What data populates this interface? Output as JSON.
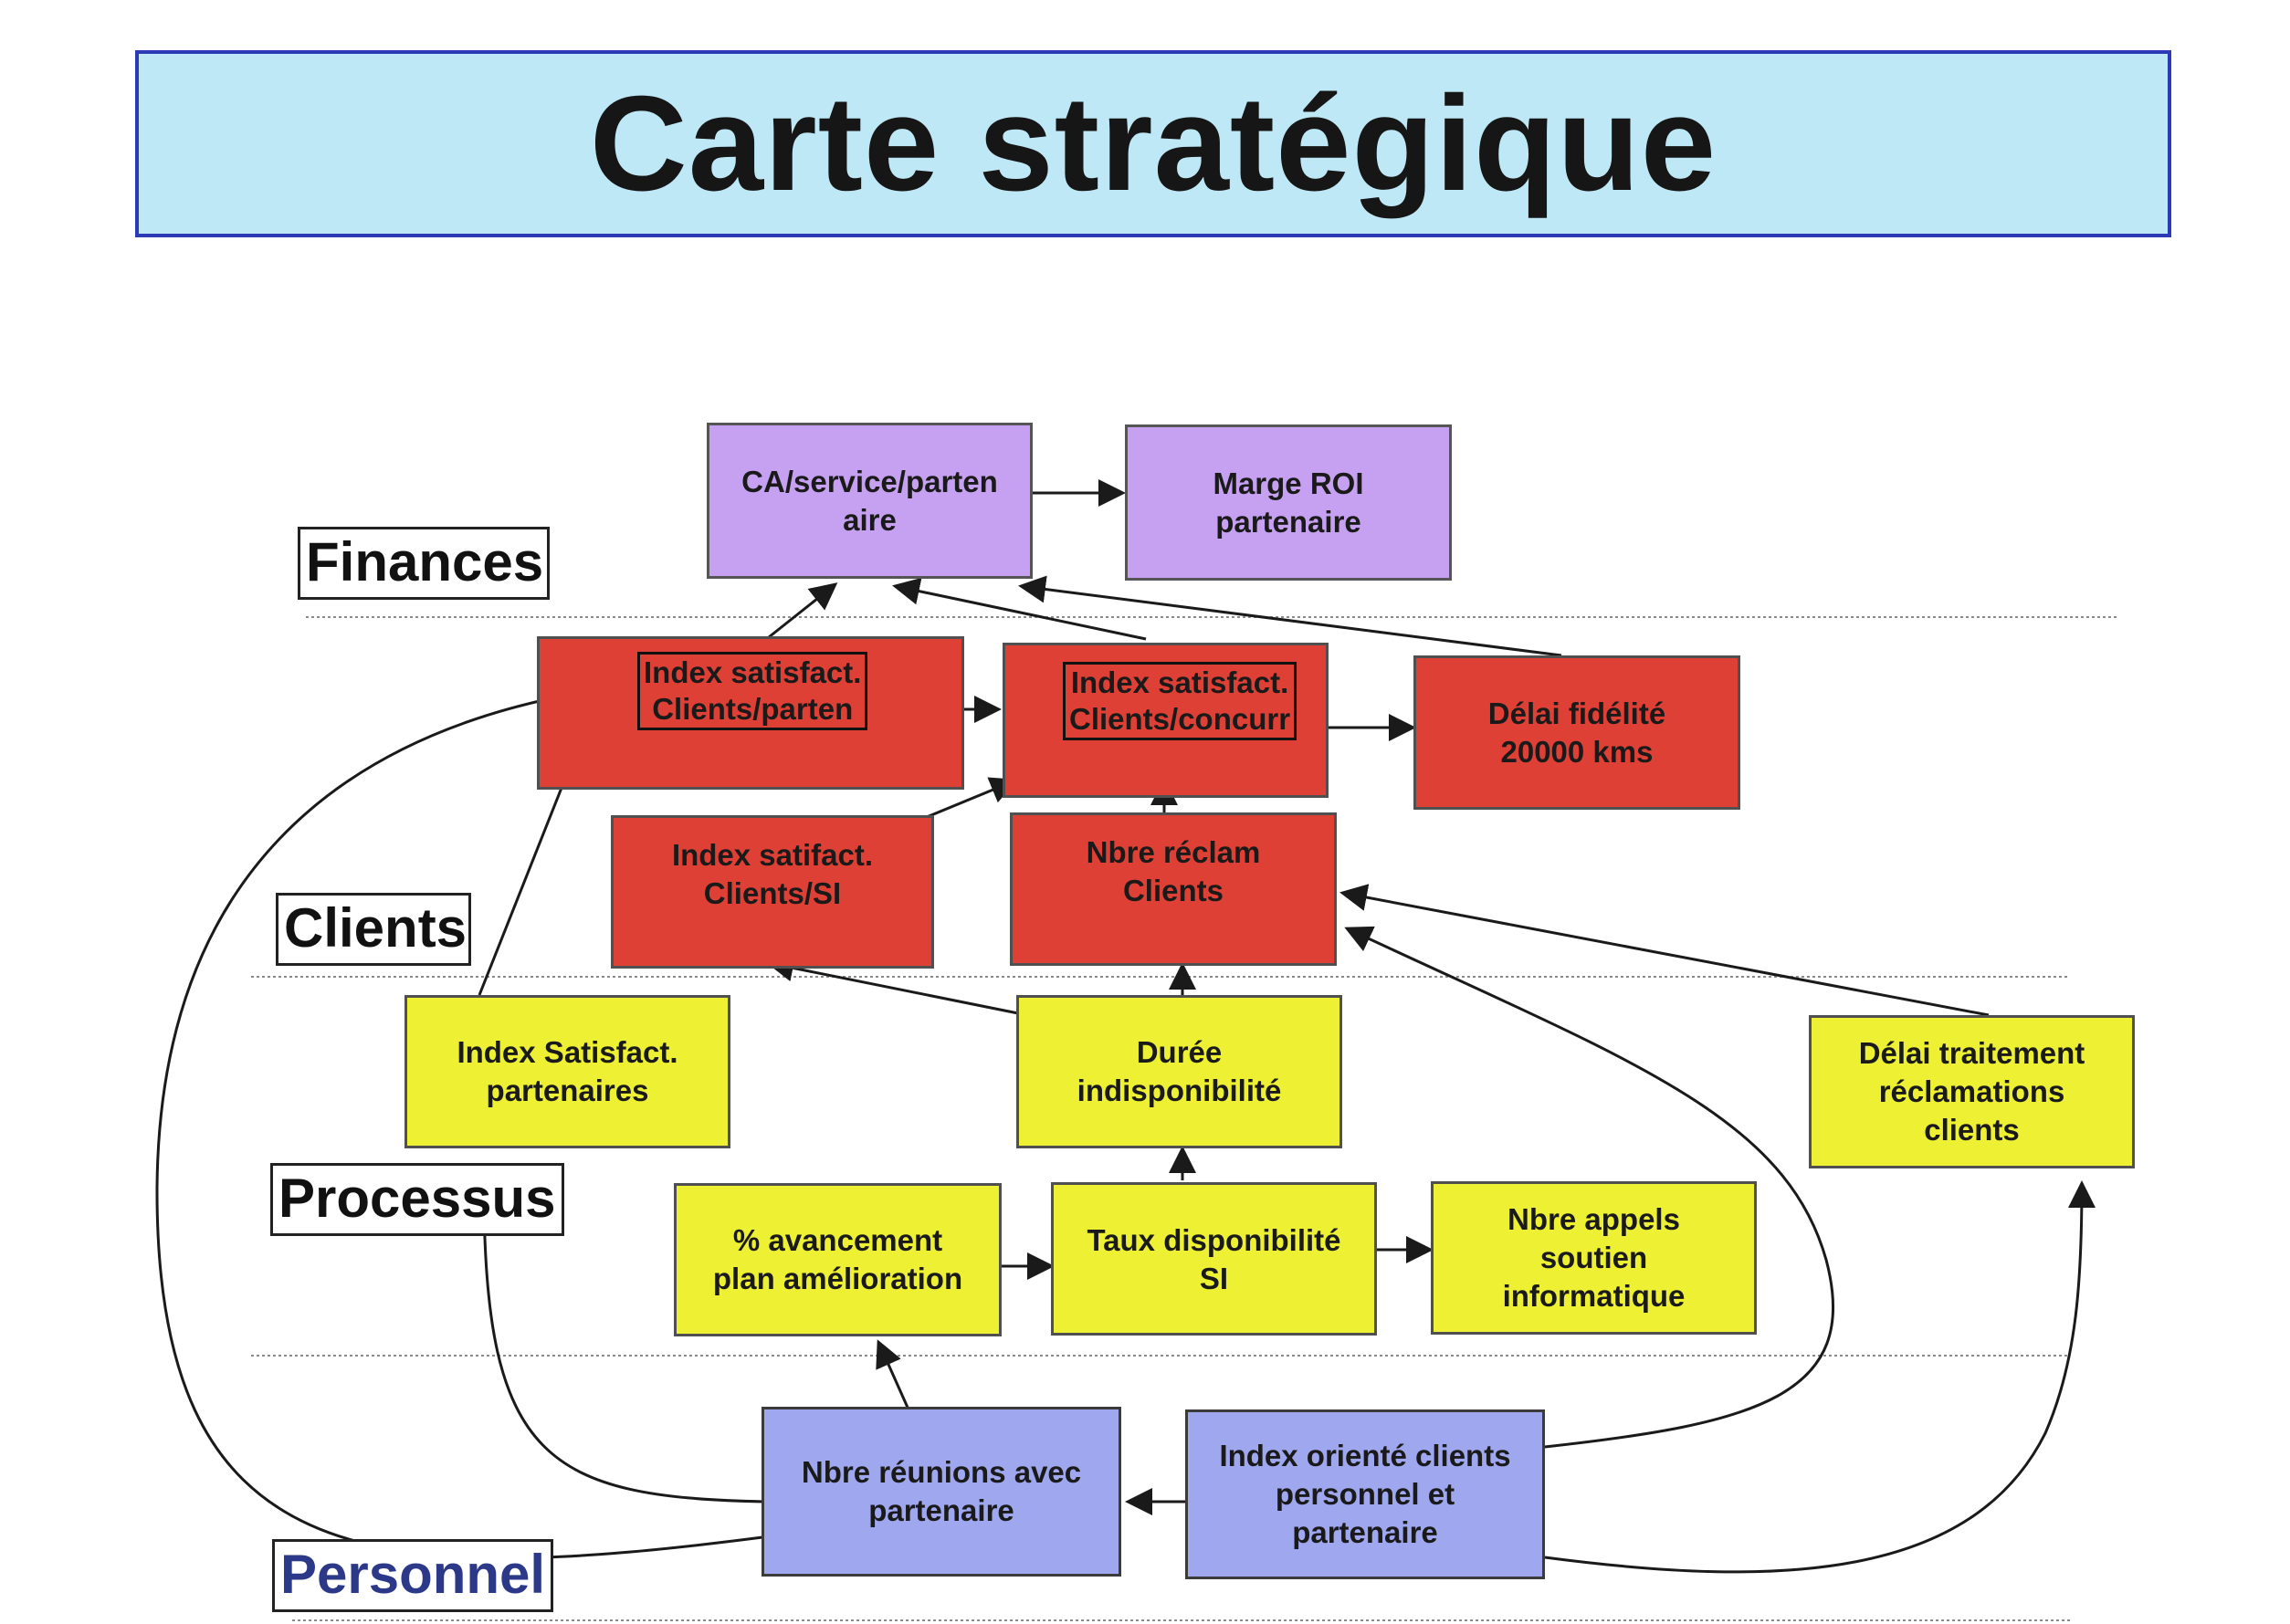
{
  "title": "Carte stratégique",
  "levels": {
    "finances": "Finances",
    "clients": "Clients",
    "processus": "Processus",
    "personnel": "Personnel"
  },
  "boxes": {
    "ca_service": "CA/service/parten\naire",
    "marge_roi": "Marge ROI\npartenaire",
    "index_satisfact_parten": "Index satisfact.\nClients/parten",
    "index_satisfact_concurr": "Index satisfact.\nClients/concurr",
    "delai_fidelite": "Délai fidélité\n20000 kms",
    "index_satifact_si": "Index satifact.\nClients/SI",
    "nbre_reclam": "Nbre réclam\nClients",
    "index_satisfact_partenaires": "Index Satisfact.\npartenaires",
    "duree_indispo": "Durée\nindisponibilité",
    "delai_traitement": "Délai traitement\nréclamations\nclients",
    "avancement_plan": "% avancement\nplan amélioration",
    "taux_dispo": "Taux disponibilité\nSI",
    "nbre_appels": "Nbre appels\nsoutien\ninformatique",
    "nbre_reunions": "Nbre réunions avec\npartenaire",
    "index_oriente": "Index orienté clients\npersonnel et\npartenaire"
  },
  "colors": {
    "banner": "#bfe8f7",
    "banner_border": "#2c3bb5",
    "finance": "#c7a1f1",
    "client": "#df4035",
    "process": "#eef034",
    "people": "#9fa7ef"
  }
}
